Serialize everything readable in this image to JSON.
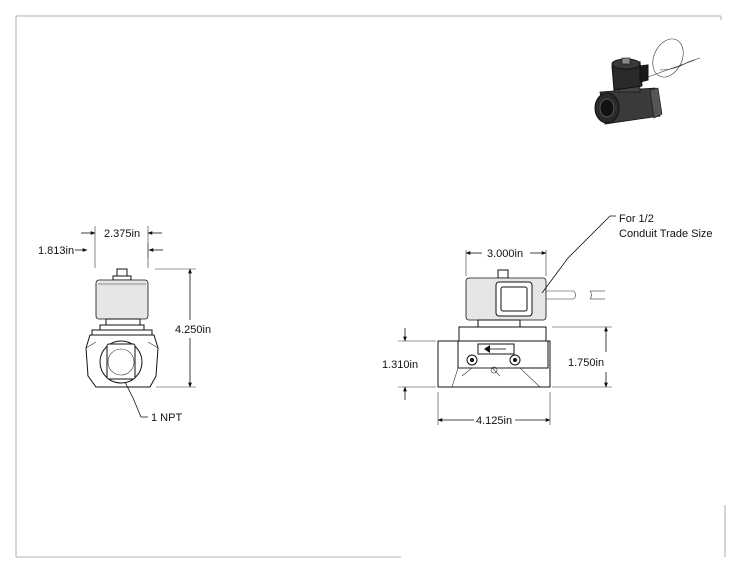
{
  "front_view": {
    "dim_total_width": "2.375in",
    "dim_offset": "1.813in",
    "dim_height": "4.250in",
    "port_label": "1 NPT"
  },
  "side_view": {
    "dim_coil_width": "3.000in",
    "dim_body_length": "4.125in",
    "dim_port_height": "1.310in",
    "dim_body_height": "1.750in",
    "conduit_line1": "For 1/2",
    "conduit_line2": "Conduit Trade Size"
  },
  "colors": {
    "line": "#111111",
    "frame": "#999999",
    "iso_body": "#2a2a2a"
  }
}
